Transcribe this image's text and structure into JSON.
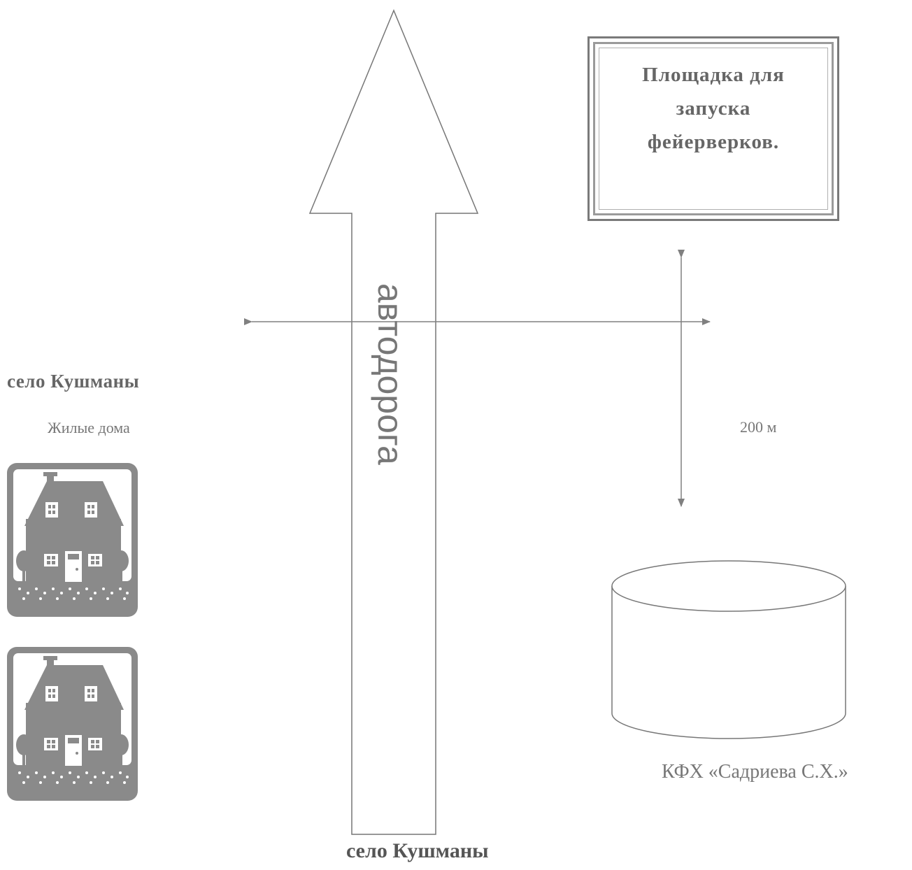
{
  "site": {
    "line1": "Площадка для",
    "line2": "запуска",
    "line3": "фейерверков."
  },
  "road_label": "автодорога",
  "village_left": "село Кушманы",
  "houses_label": "Жилые дома",
  "distance_label": "200 м",
  "farm_label": "КФХ «Садриева С.Х.»",
  "village_bottom": "село Кушманы",
  "icons": [
    "house-icon",
    "house-icon"
  ],
  "colors": {
    "line": "#808080",
    "house": "#8c8c8c"
  }
}
